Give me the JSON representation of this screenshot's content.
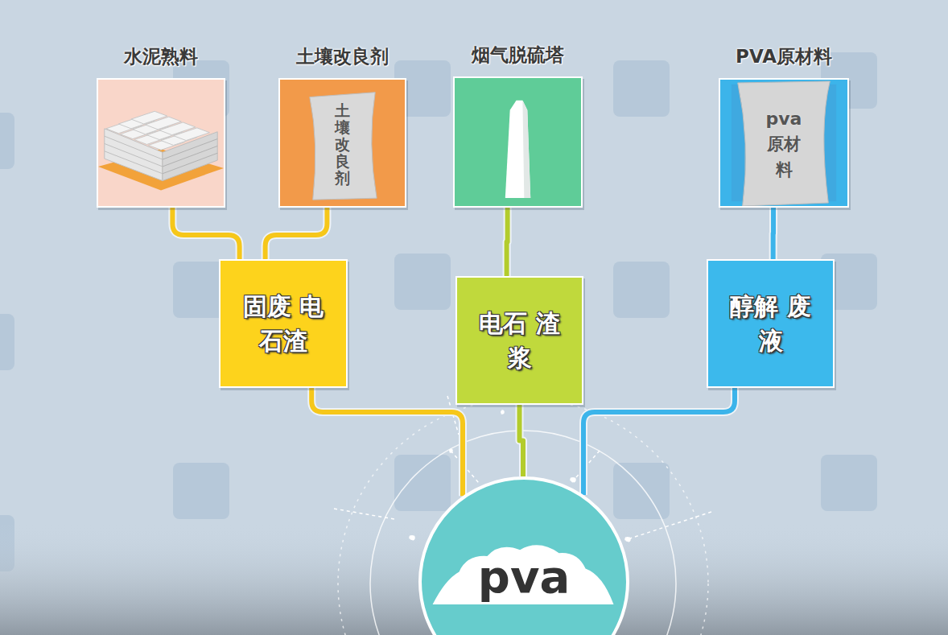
{
  "diagram": {
    "nodes": [
      {
        "text": [
          "水泥熟料"
        ]
      },
      {
        "text": [
          "土壤改良剂",
          "土壤改良剂"
        ]
      },
      {
        "text": [
          "烟气脱硫塔"
        ]
      },
      {
        "text": [
          "PVA原材料",
          "pva",
          "原材料"
        ]
      },
      {
        "text": [
          "固废 电石渣"
        ]
      },
      {
        "text": [
          "电石 渣浆"
        ]
      },
      {
        "text": [
          "醇解 废液"
        ]
      },
      {
        "text": [
          "pva"
        ]
      }
    ],
    "edges": [
      {
        "from": 7,
        "to": 4,
        "arrow": "none"
      },
      {
        "from": 7,
        "to": 5,
        "arrow": "none"
      },
      {
        "from": 7,
        "to": 6,
        "arrow": "none"
      },
      {
        "from": 4,
        "to": 0,
        "arrow": "none"
      },
      {
        "from": 4,
        "to": 1,
        "arrow": "none"
      },
      {
        "from": 5,
        "to": 2,
        "arrow": "none"
      },
      {
        "from": 6,
        "to": 3,
        "arrow": "none"
      }
    ]
  }
}
